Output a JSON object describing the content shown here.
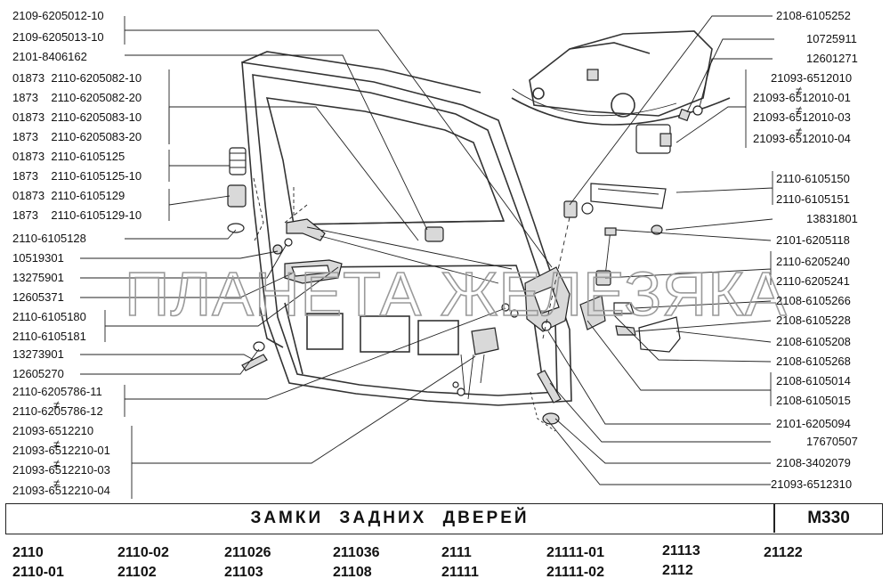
{
  "watermark": "ПЛАНЕТА ЖЕЛЕЗЯКА",
  "title": "ЗАМКИ  ЗАДНИХ  ДВЕРЕЙ",
  "page_code": "М330",
  "left_labels": [
    "2109-6205012-10",
    "2109-6205013-10",
    "2101-8406162",
    "01873  2110-6205082-10",
    "1873    2110-6205082-20",
    "01873  2110-6205083-10",
    "1873    2110-6205083-20",
    "01873  2110-6105125",
    "1873    2110-6105125-10",
    "01873  2110-6105129",
    "1873    2110-6105129-10",
    "2110-6105128",
    "10519301",
    "13275901",
    "12605371",
    "2110-6105180",
    "2110-6105181",
    "13273901",
    "12605270",
    "2110-6205786-11",
    "2110-6205786-12",
    "21093-6512210",
    "21093-6512210-01",
    "21093-6512210-03",
    "21093-6512210-04"
  ],
  "right_labels": [
    "2108-6105252",
    "10725911",
    "12601271",
    "21093-6512010",
    "21093-6512010-01",
    "21093-6512010-03",
    "21093-6512010-04",
    "2110-6105150",
    "2110-6105151",
    "13831801",
    "2101-6205118",
    "2110-6205240",
    "2110-6205241",
    "2108-6105266",
    "2108-6105228",
    "2108-6105208",
    "2108-6105268",
    "2108-6105014",
    "2108-6105015",
    "2101-6205094",
    "17670507",
    "2108-3402079",
    "21093-6512310"
  ],
  "models": [
    "2110",
    "2110-02",
    "211026",
    "211036",
    "2111",
    "21111-01",
    "21113",
    "21122",
    "2110-01",
    "21102",
    "21103",
    "21108",
    "21111",
    "21111-02",
    "2112"
  ]
}
